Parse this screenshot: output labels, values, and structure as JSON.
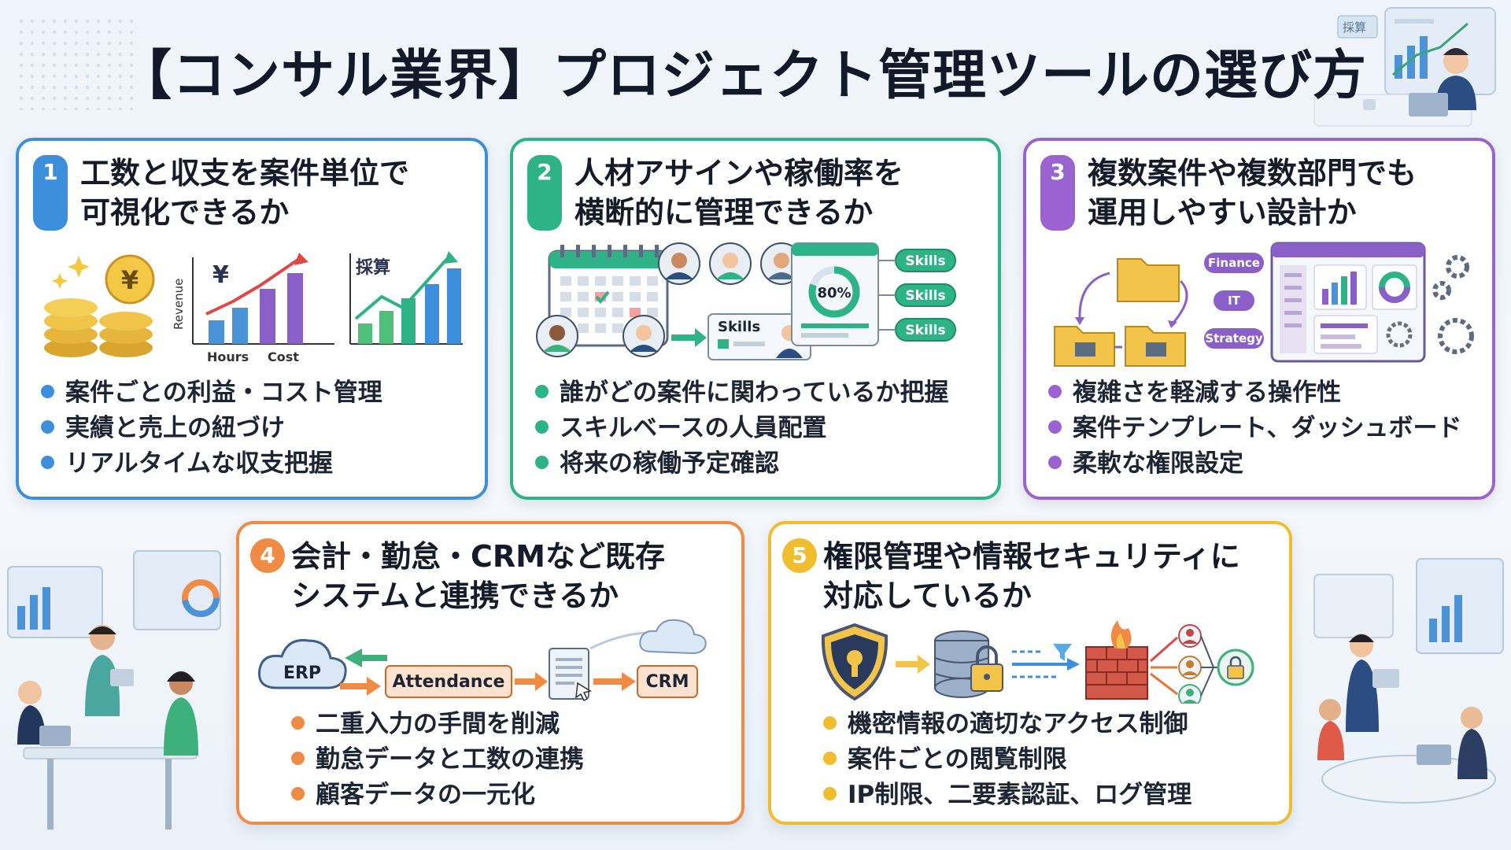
{
  "page": {
    "title": "【コンサル業界】プロジェクト管理ツールの選び方"
  },
  "corner_label": "採算",
  "cards": [
    {
      "number": "1",
      "heading_lines": [
        "工数と収支を案件単位で",
        "可視化できるか"
      ],
      "illus": {
        "yen": "¥",
        "revenue": "Revenue",
        "hours": "Hours",
        "cost": "Cost",
        "saisan": "採算"
      },
      "bullets": [
        "案件ごとの利益・コスト管理",
        "実績と売上の紐づけ",
        "リアルタイムな収支把握"
      ],
      "color": "#3d8fdc"
    },
    {
      "number": "2",
      "heading_lines": [
        "人材アサインや稼働率を",
        "横断的に管理できるか"
      ],
      "illus": {
        "skills": "Skills",
        "percent": "80%"
      },
      "bullets": [
        "誰がどの案件に関わっているか把握",
        "スキルベースの人員配置",
        "将来の稼働予定確認"
      ],
      "color": "#2db386"
    },
    {
      "number": "3",
      "heading_lines": [
        "複数案件や複数部門でも",
        "運用しやすい設計か"
      ],
      "illus": {
        "finance": "Finance",
        "it": "IT",
        "strategy": "Strategy"
      },
      "bullets": [
        "複雑さを軽減する操作性",
        "案件テンプレート、ダッシュボード",
        "柔軟な権限設定"
      ],
      "color": "#9b63cf"
    },
    {
      "number": "4",
      "heading_lines": [
        "会計・勤怠・CRMなど既存",
        "システムと連携できるか"
      ],
      "illus": {
        "erp": "ERP",
        "attendance": "Attendance",
        "crm": "CRM"
      },
      "bullets": [
        "二重入力の手間を削減",
        "勤怠データと工数の連携",
        "顧客データの一元化"
      ],
      "color": "#f08b45"
    },
    {
      "number": "5",
      "heading_lines": [
        "権限管理や情報セキュリティに",
        "対応しているか"
      ],
      "bullets": [
        "機密情報の適切なアクセス制御",
        "案件ごとの閲覧制限",
        "IP制限、二要素認証、ログ管理"
      ],
      "color": "#f0bd2e"
    }
  ]
}
